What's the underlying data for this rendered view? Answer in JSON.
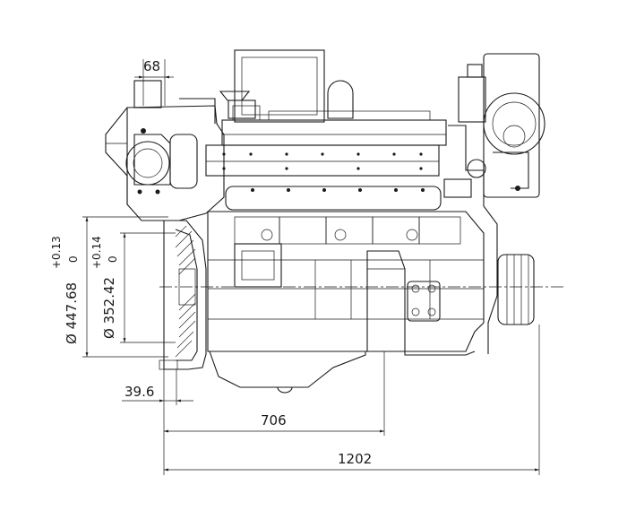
{
  "dimensions": {
    "top_offset": "68",
    "flywheel_housing_diameter": "Ø 447.68",
    "flywheel_housing_tol_upper": "+0.13",
    "flywheel_housing_tol_lower": "0",
    "spigot_diameter": "Ø 352.42",
    "spigot_tol_upper": "+0.14",
    "spigot_tol_lower": "0",
    "flange_offset": "39.6",
    "center_of_gravity_distance": "706",
    "overall_length": "1202"
  }
}
